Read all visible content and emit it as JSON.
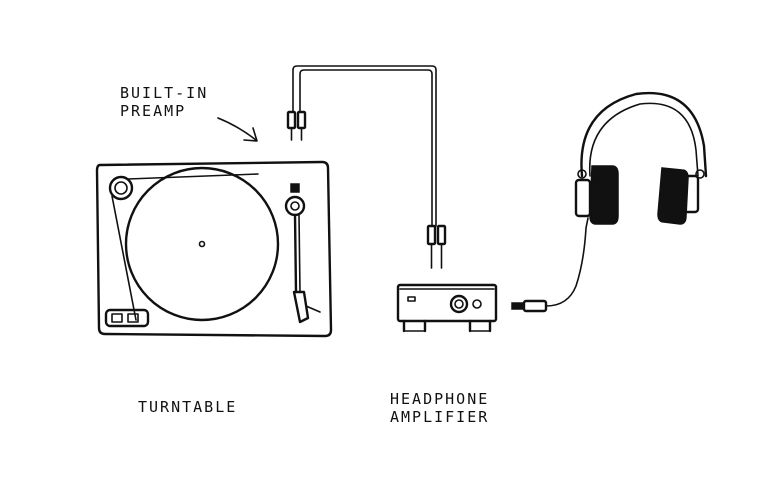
{
  "labels": {
    "callout_line1": "BUILT-IN",
    "callout_line2": "PREAMP",
    "turntable": "TURNTABLE",
    "amplifier_line1": "HEADPHONE",
    "amplifier_line2": "AMPLIFIER"
  },
  "icons": [
    "turntable-icon",
    "rca-plug-icon",
    "headphone-amplifier-icon",
    "headphones-icon",
    "audio-jack-icon",
    "arrow-icon"
  ],
  "colors": {
    "ink": "#111111",
    "background": "#ffffff"
  }
}
